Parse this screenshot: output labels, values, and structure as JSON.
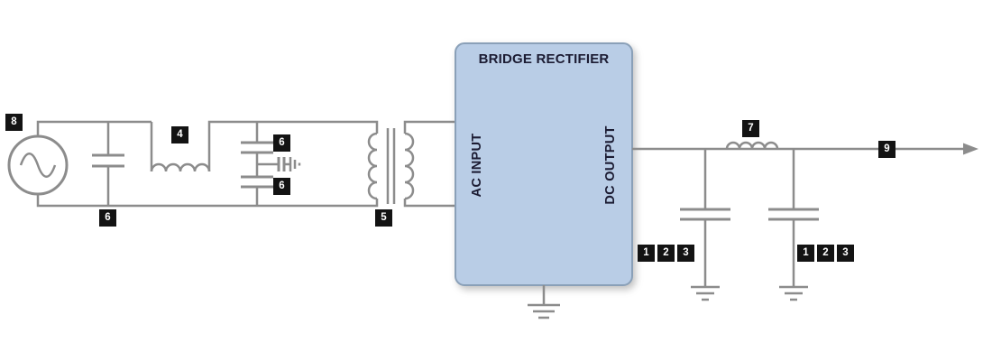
{
  "bridge_rectifier": {
    "title": "BRIDGE RECTIFIER",
    "ac_input": "AC INPUT",
    "dc_output": "DC OUTPUT"
  },
  "component_labels": {
    "ac_source": "8",
    "input_capacitor": "6",
    "emi_inductor": "4",
    "line_capacitor_top": "6",
    "line_capacitor_bottom": "6",
    "transformer": "5",
    "output_inductor": "7",
    "output_marker": "9",
    "filter_group_1": [
      "1",
      "2",
      "3"
    ],
    "filter_group_2": [
      "1",
      "2",
      "3"
    ]
  },
  "colors": {
    "wire": "#8c8c8c",
    "box_fill": "#b9cde6",
    "box_border": "#8aa0b8",
    "label_bg": "#131313",
    "label_text": "#ffffff",
    "box_text": "#1c1c33"
  }
}
